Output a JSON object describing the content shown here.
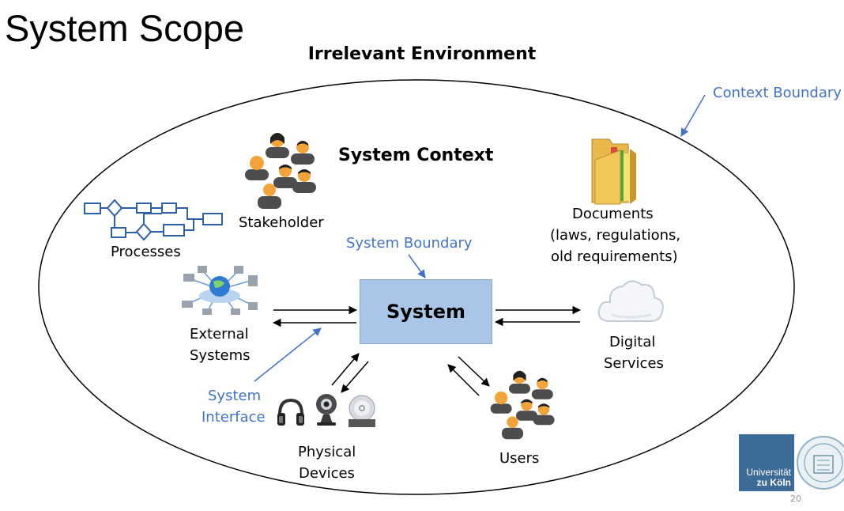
{
  "slide": {
    "title": "System Scope",
    "irrelevant_environment": "Irrelevant Environment",
    "context_boundary": "Context Boundary",
    "system_context": "System Context",
    "system_boundary": "System Boundary",
    "system": "System",
    "stakeholder": "Stakeholder",
    "processes": "Processes",
    "documents": [
      "Documents",
      "(laws, regulations,",
      "old requirements)"
    ],
    "external_systems": [
      "External",
      "Systems"
    ],
    "digital_services": [
      "Digital",
      "Services"
    ],
    "system_interface": [
      "System",
      "Interface"
    ],
    "physical_devices": [
      "Physical",
      "Devices"
    ],
    "users": "Users",
    "page_number": "20",
    "logo": {
      "line1": "Universität",
      "line2": "zu Köln"
    }
  },
  "colors": {
    "accent_blue": "#4472c4",
    "system_box": "#a9c6e8",
    "logo_blue": "#3d6b97"
  },
  "icons": [
    "people-group-icon",
    "process-flow-icon",
    "folder-documents-icon",
    "network-globe-icon",
    "cloud-icon",
    "headphones-icon",
    "webcam-icon",
    "dvd-icon",
    "university-seal-icon"
  ]
}
